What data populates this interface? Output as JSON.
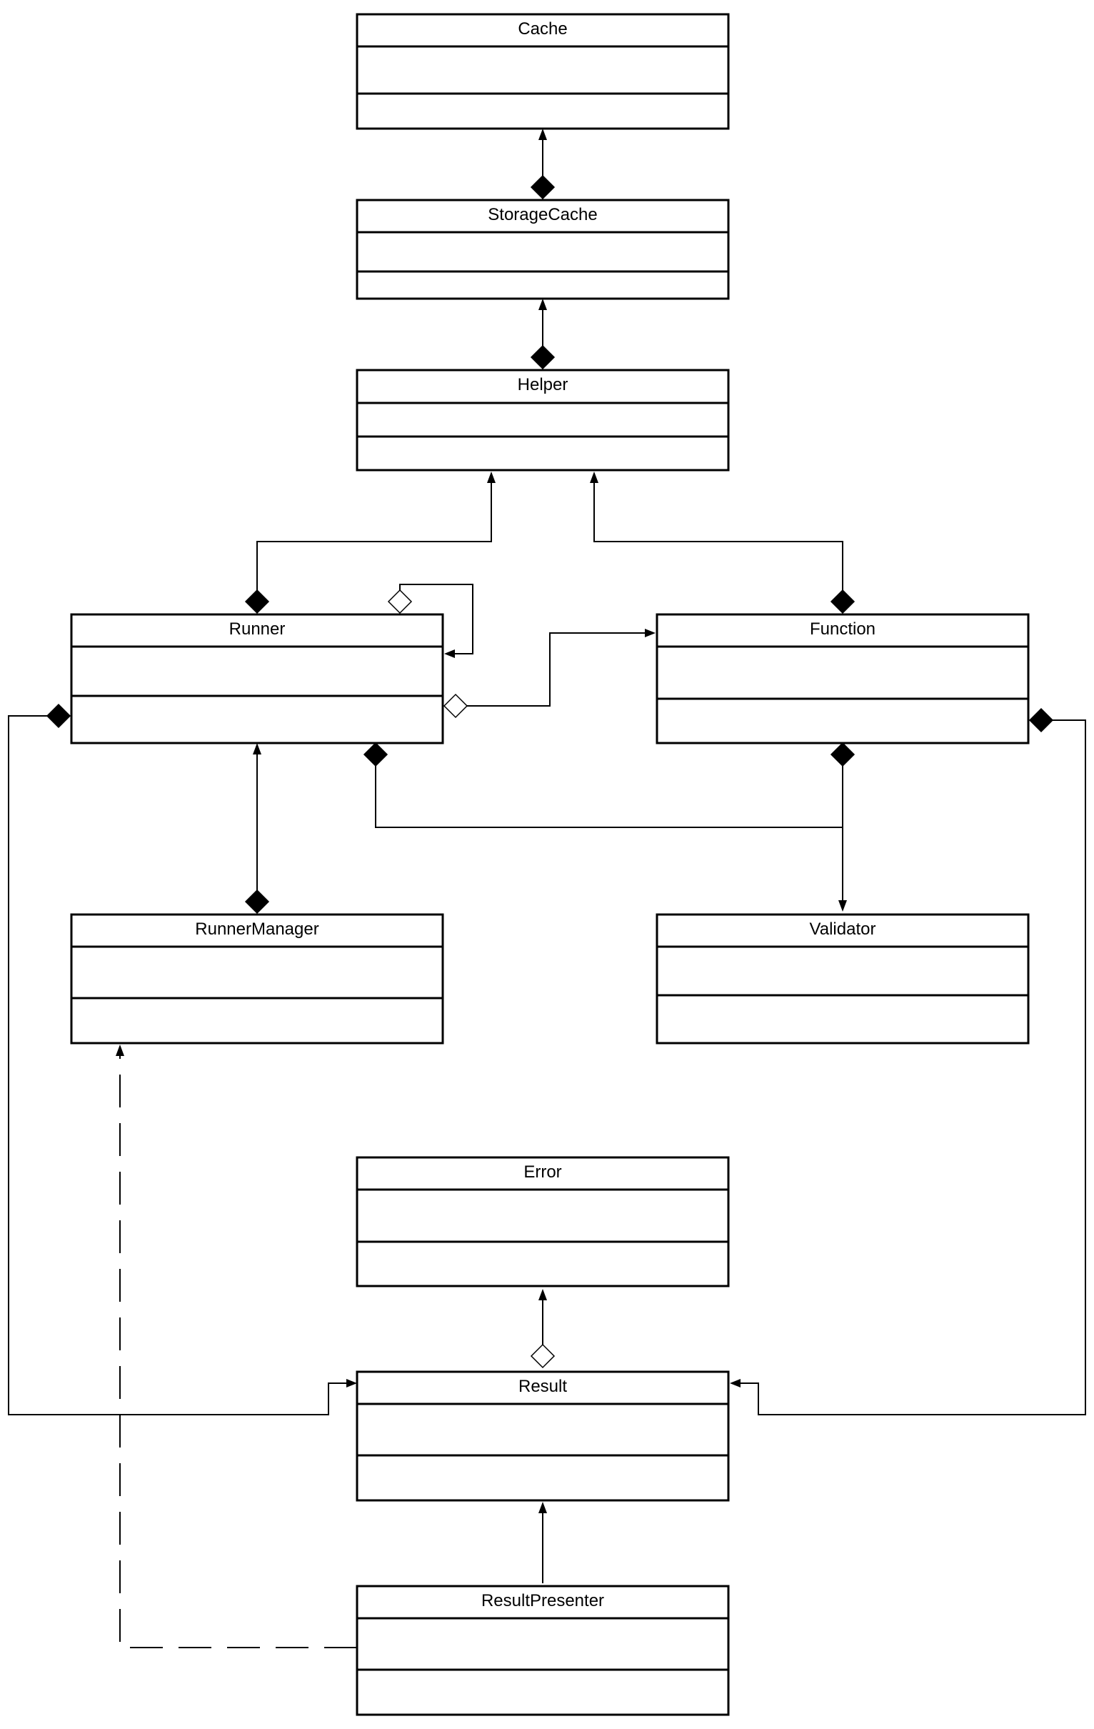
{
  "diagram": {
    "type": "uml-class-diagram",
    "classes": [
      {
        "id": "cache",
        "name": "Cache",
        "attributes": [],
        "methods": []
      },
      {
        "id": "storage-cache",
        "name": "StorageCache",
        "attributes": [],
        "methods": []
      },
      {
        "id": "helper",
        "name": "Helper",
        "attributes": [],
        "methods": []
      },
      {
        "id": "runner",
        "name": "Runner",
        "attributes": [],
        "methods": []
      },
      {
        "id": "function",
        "name": "Function",
        "attributes": [],
        "methods": []
      },
      {
        "id": "runner-manager",
        "name": "RunnerManager",
        "attributes": [],
        "methods": []
      },
      {
        "id": "validator",
        "name": "Validator",
        "attributes": [],
        "methods": []
      },
      {
        "id": "error",
        "name": "Error",
        "attributes": [],
        "methods": []
      },
      {
        "id": "result",
        "name": "Result",
        "attributes": [],
        "methods": []
      },
      {
        "id": "result-presenter",
        "name": "ResultPresenter",
        "attributes": [],
        "methods": []
      }
    ],
    "relationships": [
      {
        "from": "storage-cache",
        "to": "cache",
        "kind": "composition"
      },
      {
        "from": "helper",
        "to": "storage-cache",
        "kind": "composition"
      },
      {
        "from": "runner",
        "to": "helper",
        "kind": "composition"
      },
      {
        "from": "function",
        "to": "helper",
        "kind": "composition"
      },
      {
        "from": "runner",
        "to": "runner",
        "kind": "aggregation"
      },
      {
        "from": "runner",
        "to": "function",
        "kind": "aggregation"
      },
      {
        "from": "runner-manager",
        "to": "runner",
        "kind": "composition"
      },
      {
        "from": "runner",
        "to": "validator",
        "kind": "composition"
      },
      {
        "from": "function",
        "to": "validator",
        "kind": "composition"
      },
      {
        "from": "runner",
        "to": "result",
        "kind": "composition"
      },
      {
        "from": "function",
        "to": "result",
        "kind": "composition"
      },
      {
        "from": "result",
        "to": "error",
        "kind": "aggregation"
      },
      {
        "from": "result-presenter",
        "to": "result",
        "kind": "association"
      },
      {
        "from": "result-presenter",
        "to": "runner-manager",
        "kind": "dependency"
      }
    ]
  }
}
